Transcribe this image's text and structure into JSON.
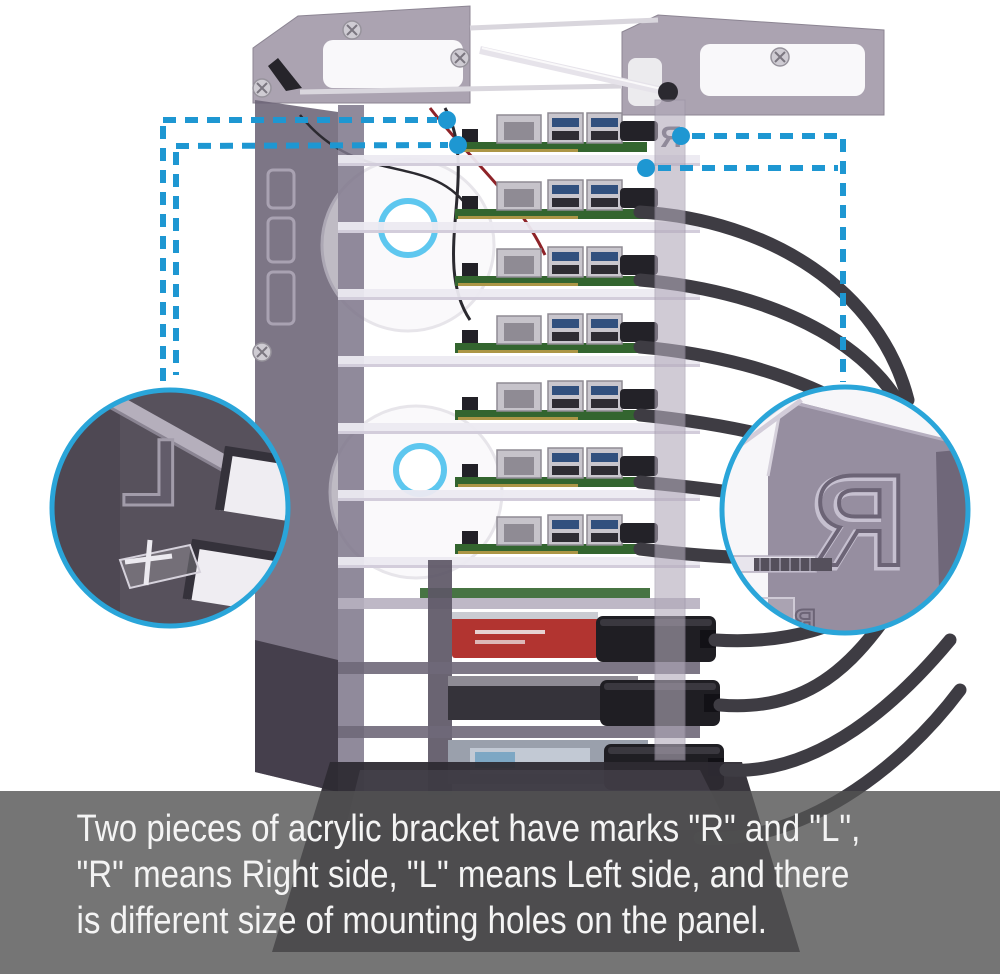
{
  "page": {
    "background_color": "#ffffff"
  },
  "callouts": {
    "accent_color": "#1e97d2",
    "ring_color": "#2aa5d9",
    "left_magnifier_mark": "L",
    "right_magnifier_mark": "R",
    "panel_engraving": "R"
  },
  "colors": {
    "caption_bar": "rgba(82,82,82,0.8)",
    "caption_text": "#f4f4f4",
    "acrylic_smoke": "#6b6375",
    "acrylic_clear": "#eceaf1",
    "cable_black": "#3e3c43",
    "drive_red": "#b23430",
    "fan_ring_blue": "#5ec7ef",
    "pcb_green": "#33652f"
  },
  "caption": {
    "lines": [
      "Two pieces of acrylic bracket have marks \"R\" and \"L\",",
      "\"R\" means Right side, \"L\" means Left side, and there",
      "is different size of mounting holes on the panel."
    ]
  }
}
